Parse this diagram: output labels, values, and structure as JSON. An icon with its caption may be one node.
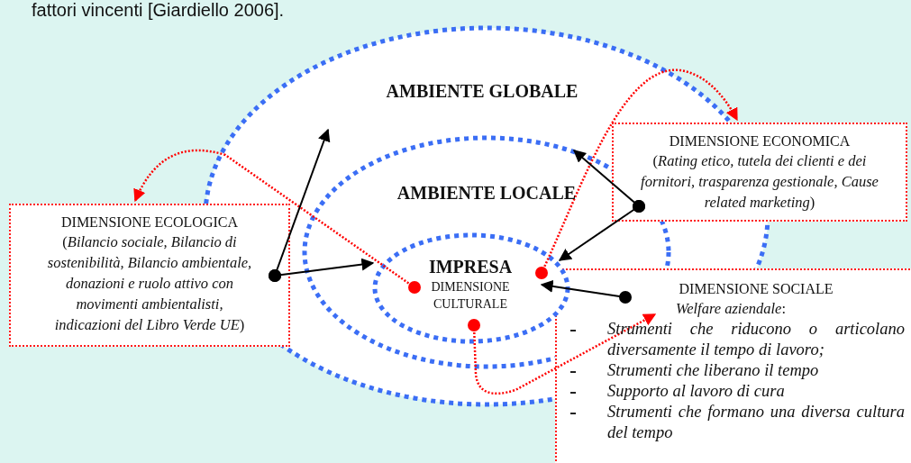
{
  "diagram": {
    "nodes": [
      {
        "text": [
          "AMBIENTE GLOBALE"
        ]
      },
      {
        "text": [
          "DIMENSIONE ECONOMICA",
          "(*Rating etico, tutela dei clienti e dei fornitori, trasparenza gestionale, Cause related marketing*)"
        ]
      },
      {
        "text": [
          "AMBIENTE LOCALE"
        ],
        "in": 0
      },
      {
        "text": [
          "DIMENSIONE ECOLOGICA",
          "(*Bilancio sociale, Bilancio di sostenibilità, Bilancio ambientale, donazioni e ruolo attivo con movimenti ambientalisti, indicazioni del Libro Verde UE*)"
        ]
      },
      {
        "text": [
          "IMPRESA",
          "DIMENSIONE CULTURALE"
        ],
        "in": 2
      },
      {
        "text": [
          "DIMENSIONE SOCIALE",
          "*Welfare aziendale*:",
          "*Strumenti che riducono o articolano diversamente il tempo di lavoro;*",
          "*Strumenti che liberano il tempo*",
          "*Supporto al lavoro di cura*",
          "*Strumenti che formano una diversa cultura del tempo*"
        ]
      }
    ],
    "edges": [
      {
        "from": 4,
        "to": 3,
        "arrow": "to",
        "style": "dashed",
        "color": "#ff0000"
      },
      {
        "from": 4,
        "to": 1,
        "arrow": "to",
        "style": "dashed",
        "color": "#ff0000"
      },
      {
        "from": 4,
        "to": 5,
        "arrow": "to",
        "style": "dashed",
        "color": "#ff0000"
      },
      {
        "from": 3,
        "to": 4,
        "arrow": "to"
      },
      {
        "from": 3,
        "to": 0,
        "arrow": "to"
      },
      {
        "from": 1,
        "to": 2,
        "arrow": "to"
      },
      {
        "from": 1,
        "to": 4,
        "arrow": "to"
      },
      {
        "from": 5,
        "to": 4,
        "arrow": "to"
      }
    ],
    "labels": [
      "fattori vincenti [Giardiello 2006]."
    ]
  }
}
